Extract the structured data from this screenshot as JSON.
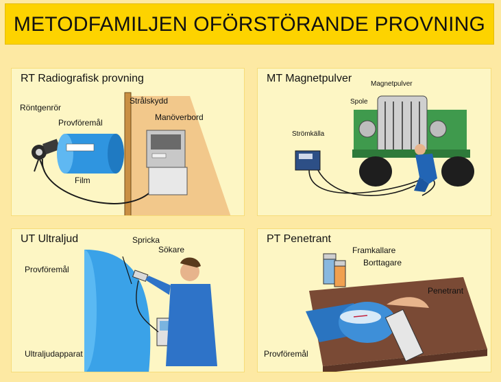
{
  "title": "METODFAMILJEN OFÖRSTÖRANDE PROVNING",
  "panels": {
    "rt": {
      "title": "RT Radiografisk provning",
      "labels": {
        "rontgenror": "Röntgenrör",
        "provforemal": "Provföremål",
        "stralskydd": "Strålskydd",
        "manoverbord": "Manöverbord",
        "film": "Film"
      }
    },
    "mt": {
      "title": "MT Magnetpulver",
      "labels": {
        "magnetpulver": "Magnetpulver",
        "spole": "Spole",
        "stromkalla": "Strömkälla"
      }
    },
    "ut": {
      "title": "UT Ultraljud",
      "labels": {
        "spricka": "Spricka",
        "sokare": "Sökare",
        "provforemal": "Provföremål",
        "ultraljudapparat": "Ultraljudapparat"
      }
    },
    "pt": {
      "title": "PT Penetrant",
      "labels": {
        "framkallare": "Framkallare",
        "borttagare": "Borttagare",
        "penetrant": "Penetrant",
        "provforemal": "Provföremål"
      }
    }
  }
}
